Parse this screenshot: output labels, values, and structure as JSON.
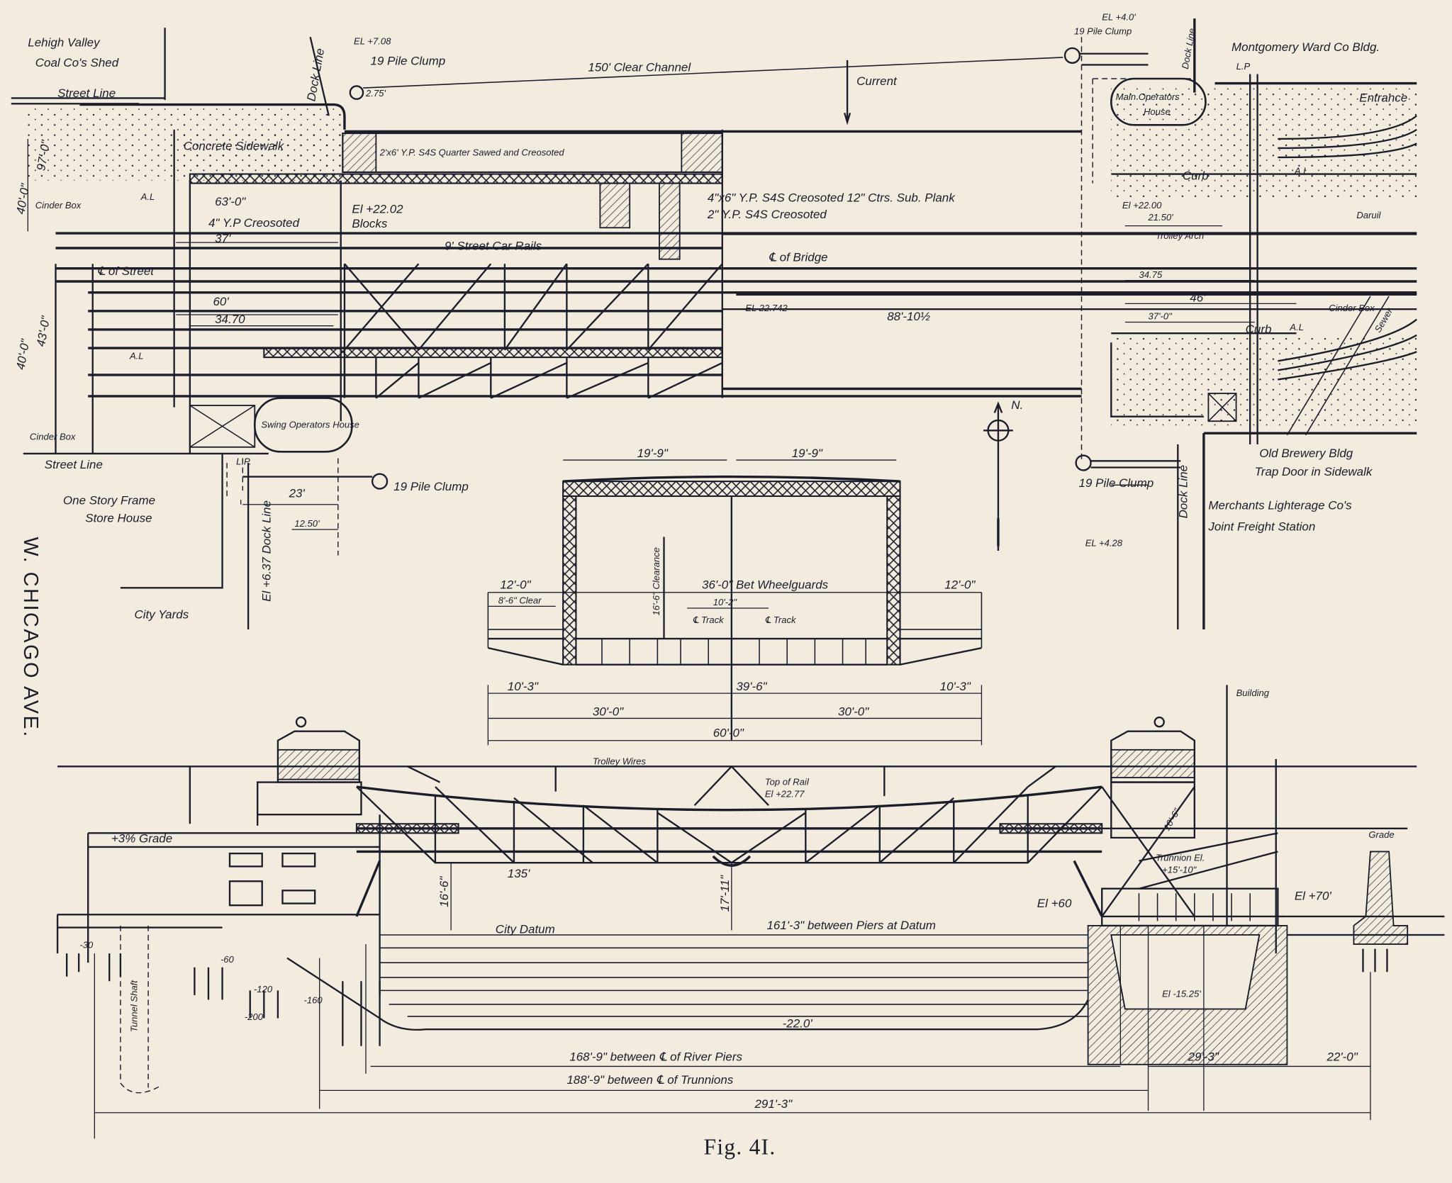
{
  "figure_caption": "Fig. 4I.",
  "street_name": "W. CHICAGO AVE.",
  "plan": {
    "labels": [
      "Lehigh Valley",
      "Coal Co's Shed",
      "Street Line",
      "Dock Line",
      "EL +7.08",
      "19 Pile Clump",
      "2.75'",
      "150' Clear Channel",
      "Current",
      "19 Pile Clump",
      "EL +4.0'",
      "Dock Line",
      "Montgomery Ward Co Bldg.",
      "L.P",
      "Entrance",
      "Main Operators",
      "House",
      "Concrete Sidewalk",
      "2'x6' Y.P. S4S Quarter Sawed and Creosoted",
      "97'-0\"",
      "40'-0\"",
      "Cinder Box",
      "A.L",
      "63'-0\"",
      "El +22.02",
      "Blocks",
      "4\" Y.P Creosoted",
      "4\"x6\" Y.P. S4S Creosoted 12\" Ctrs. Sub. Plank",
      "2\" Y.P. S4S Creosoted",
      "Curb",
      "A.L",
      "El +22.00",
      "21.50'",
      "Daruil",
      "Trolley Arch",
      "37'",
      "9' Street Car Rails",
      "℄ of Street",
      "℄ of Bridge",
      "60'",
      "34.70",
      "43'-0\"",
      "40'-0\"",
      "A.L",
      "EL 22.742",
      "88'-10½",
      "34.75",
      "46'",
      "37'-0\"",
      "Curb",
      "A.L",
      "Cinder Box",
      "Sewer",
      "Swing Operators House",
      "Cinder Box",
      "Street Line",
      "L.P.",
      "23'",
      "19 Pile Clump",
      "El +6.37 Dock Line",
      "12.50'",
      "One Story Frame",
      "Store House",
      "City Yards",
      "N.",
      "Old Brewery Bldg",
      "Trap Door in Sidewalk",
      "19 Pile Clump",
      "Dock Line",
      "Merchants Lighterage Co's",
      "Joint Freight Station",
      "EL +4.28"
    ]
  },
  "cross_section": {
    "labels": [
      "19'-9\"",
      "19'-9\"",
      "16'-6\" Clearance",
      "12'-0\"",
      "36'-0\" Bet Wheelguards",
      "12'-0\"",
      "8'-6\" Clear",
      "10'-2\"",
      "℄ Track",
      "℄ Track",
      "10'-3\"",
      "39'-6\"",
      "10'-3\"",
      "30'-0\"",
      "30'-0\"",
      "60'-0\""
    ]
  },
  "elevation": {
    "labels": [
      "Building",
      "Trolley Wires",
      "Top of Rail",
      "El +22.77",
      "+3% Grade",
      "Grade",
      "10'-6\"",
      "Trunnion El.",
      "+15'-10\"",
      "135'",
      "16'-6\"",
      "17'-11\"",
      "El +60",
      "El +70'",
      "City Datum",
      "161'-3\" between Piers at Datum",
      "-30",
      "-60",
      "-120",
      "-160",
      "-200",
      "Tunnel Shaft",
      "El -15.25'",
      "-22.0'",
      "168'-9\" between ℄ of River Piers",
      "188'-9\" between ℄ of Trunnions",
      "29'-3\"",
      "22'-0\"",
      "291'-3\""
    ]
  },
  "colors": {
    "paper": "#f2ebde",
    "ink": "#1b1d2b"
  }
}
